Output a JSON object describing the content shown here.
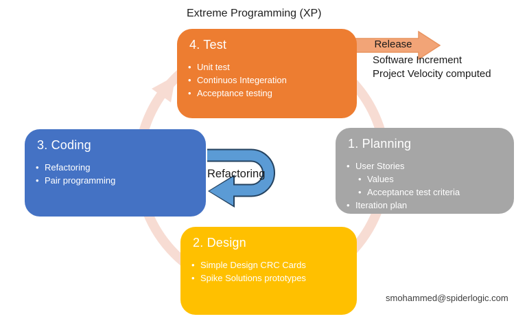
{
  "title": "Extreme Programming (XP)",
  "footer": "smohammed@spiderlogic.com",
  "refactoring": {
    "label": "Refactoring"
  },
  "release": {
    "label": "Release",
    "result_lines": [
      "Software Increment",
      "Project Velocity computed"
    ]
  },
  "boxes": {
    "planning": {
      "title": "1. Planning",
      "bullets": [
        "User Stories",
        {
          "text": "Values",
          "indent": 1
        },
        {
          "text": "Acceptance test criteria",
          "indent": 1
        },
        "Iteration plan"
      ],
      "color": "#A6A6A6"
    },
    "design": {
      "title": "2. Design",
      "bullets": [
        "Simple Design CRC Cards",
        "Spike Solutions prototypes"
      ],
      "color": "#FFC000"
    },
    "coding": {
      "title": "3. Coding",
      "bullets": [
        "Refactoring",
        "Pair programming"
      ],
      "color": "#4472C4"
    },
    "test": {
      "title": "4. Test",
      "bullets": [
        "Unit test",
        "Continuos Integeration",
        "Acceptance testing"
      ],
      "color": "#ED7D31"
    }
  },
  "colors": {
    "ring": "#F7DCD3",
    "release_fill": "#F2A477",
    "release_stroke": "#E8935F",
    "uarrow": "#5B9BD5",
    "uarrow_outline": "#24425F",
    "text_on_box": "#FFFFFF",
    "background": "#FFFFFF"
  }
}
